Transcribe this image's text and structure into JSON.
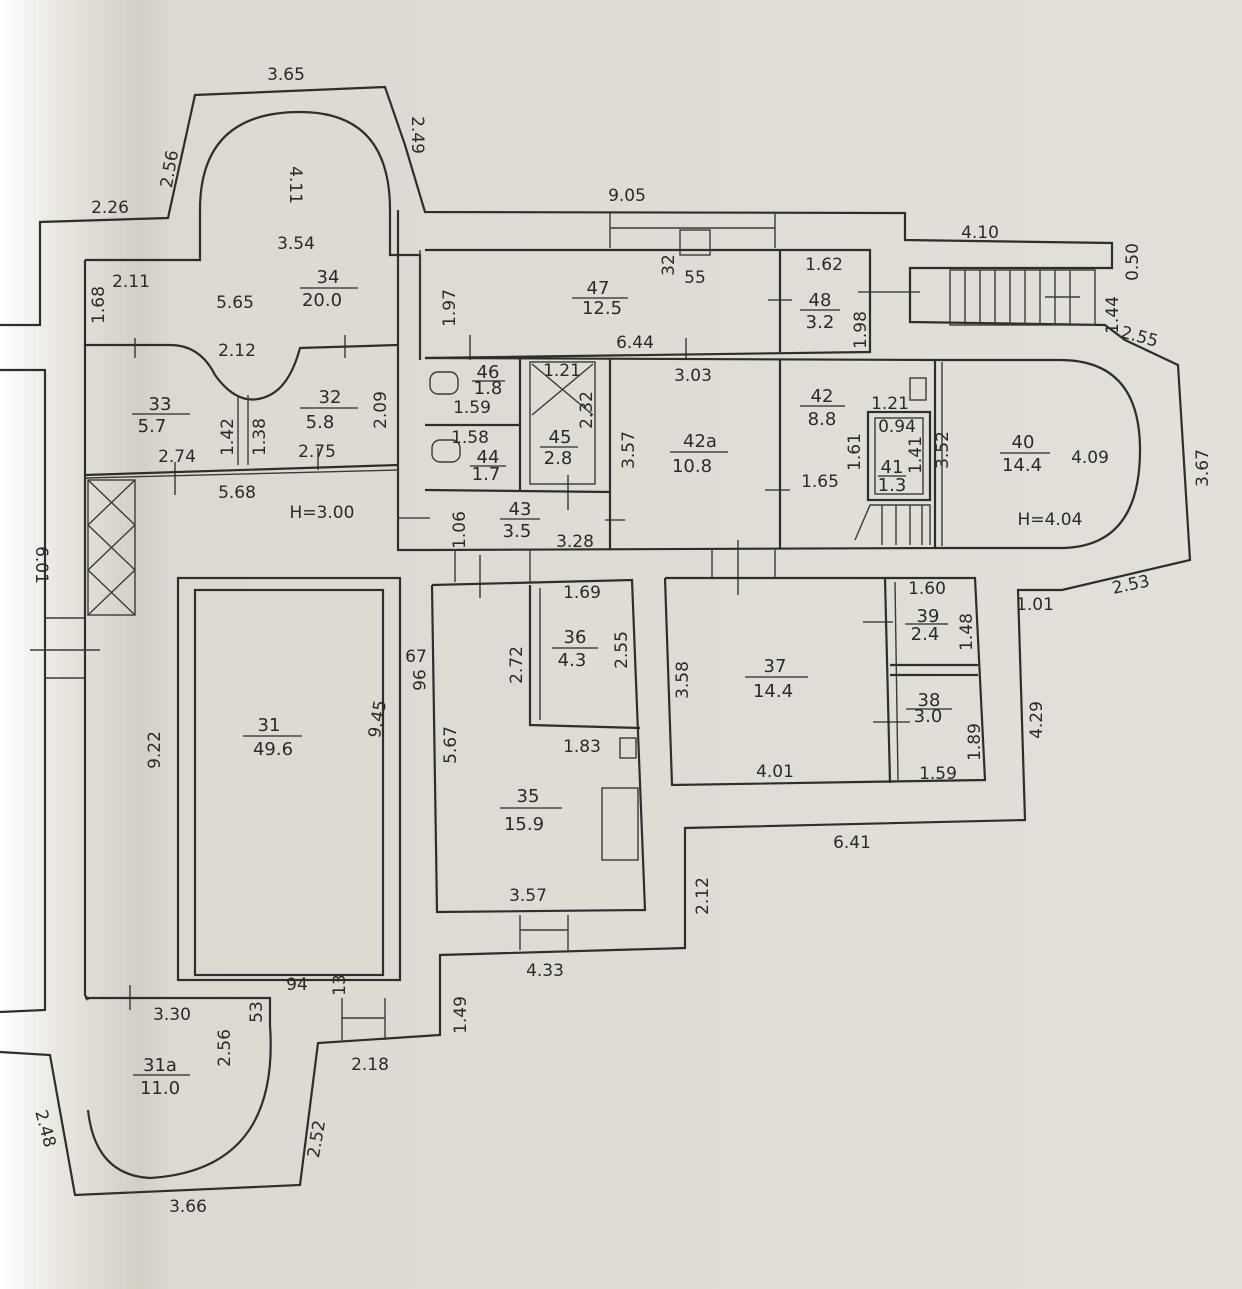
{
  "rooms": [
    {
      "id": "r34",
      "number": "34",
      "area": "20.0"
    },
    {
      "id": "r47",
      "number": "47",
      "area": "12.5"
    },
    {
      "id": "r48",
      "number": "48",
      "area": "3.2"
    },
    {
      "id": "r33",
      "number": "33",
      "area": "5.7"
    },
    {
      "id": "r32",
      "number": "32",
      "area": "5.8"
    },
    {
      "id": "r46",
      "number": "46",
      "area": "1.8"
    },
    {
      "id": "r44",
      "number": "44",
      "area": "1.7"
    },
    {
      "id": "r45",
      "number": "45",
      "area": "2.8"
    },
    {
      "id": "r42a",
      "number": "42a",
      "area": "10.8"
    },
    {
      "id": "r42",
      "number": "42",
      "area": "8.8"
    },
    {
      "id": "r41",
      "number": "41",
      "area": "1.3"
    },
    {
      "id": "r40",
      "number": "40",
      "area": "14.4"
    },
    {
      "id": "r43",
      "number": "43",
      "area": "3.5"
    },
    {
      "id": "r36",
      "number": "36",
      "area": "4.3"
    },
    {
      "id": "r37",
      "number": "37",
      "area": "14.4"
    },
    {
      "id": "r39",
      "number": "39",
      "area": "2.4"
    },
    {
      "id": "r38",
      "number": "38",
      "area": "3.0"
    },
    {
      "id": "r31",
      "number": "31",
      "area": "49.6"
    },
    {
      "id": "r35",
      "number": "35",
      "area": "15.9"
    },
    {
      "id": "r31a",
      "number": "31a",
      "area": "11.0"
    }
  ],
  "heights": {
    "left": "H=3.00",
    "right": "H=4.04"
  },
  "dimensions": {
    "d365": "3.65",
    "d249": "2.49",
    "d256a": "2.56",
    "d226": "2.26",
    "d411": "4.11",
    "d905": "9.05",
    "d410": "4.10",
    "d050": "0.50",
    "d354": "3.54",
    "d211": "2.11",
    "d168": "1.68",
    "d565": "5.65",
    "d197": "1.97",
    "d32": "32",
    "d55": "55",
    "d162": "1.62",
    "d198": "1.98",
    "d144": "1.44",
    "d255": "2.55",
    "d212a": "2.12",
    "d644": "6.44",
    "d303": "3.03",
    "d121a": "1.21",
    "d232": "2.32",
    "d209": "2.09",
    "d142": "1.42",
    "d138": "1.38",
    "d159a": "1.59",
    "d158": "1.58",
    "d357a": "3.57",
    "d121b": "1.21",
    "d094": "0.94",
    "d161": "1.61",
    "d141": "1.41",
    "d352": "3.52",
    "d409": "4.09",
    "d367": "3.67",
    "d274": "2.74",
    "d275": "2.75",
    "d568": "5.68",
    "d165": "1.65",
    "d106": "1.06",
    "d328": "3.28",
    "d601": "6.01",
    "d169": "1.69",
    "d160": "1.60",
    "d101": "1.01",
    "d253": "2.53",
    "d148": "1.48",
    "d67": "67",
    "d96": "96",
    "d272": "2.72",
    "d255b": "2.55",
    "d358": "3.58",
    "d945": "9.45",
    "d922": "9.22",
    "d567": "5.67",
    "d183": "1.83",
    "d429": "4.29",
    "d189": "1.89",
    "d401": "4.01",
    "d159b": "1.59",
    "d641": "6.41",
    "d357b": "3.57",
    "d212b": "2.12",
    "d433": "4.33",
    "d94": "94",
    "d13": "13",
    "d330": "3.30",
    "d53": "53",
    "d256b": "2.56",
    "d149": "1.49",
    "d218": "2.18",
    "d248": "2.48",
    "d252": "2.52",
    "d366": "3.66"
  }
}
